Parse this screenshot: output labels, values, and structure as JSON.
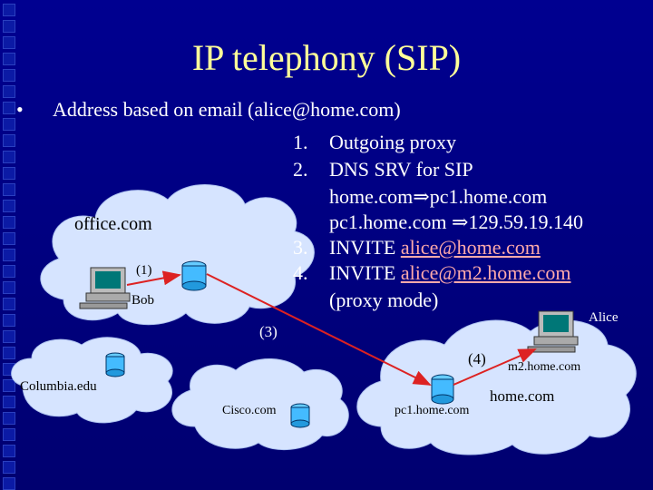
{
  "slide": {
    "title": "IP telephony (SIP)",
    "bullet": "•",
    "address_line": "Address based on email (alice@home.com)",
    "steps": [
      {
        "num": "1.",
        "text": "Outgoing proxy"
      },
      {
        "num": "2.",
        "text": "DNS SRV for SIP"
      },
      {
        "num": "3.",
        "text_prefix": "INVITE ",
        "link": "alice@home.com"
      },
      {
        "num": "4.",
        "text_prefix": "INVITE ",
        "link": "alice@m2.home.com"
      }
    ],
    "dns_line1": "home.com⇒pc1.home.com",
    "dns_line2": "pc1.home.com ⇒129.59.19.140",
    "proxy_mode": "(proxy mode)"
  },
  "diagram": {
    "office": "office.com",
    "label1": "(1)",
    "bob": "Bob",
    "label3": "(3)",
    "label4": "(4)",
    "alice": "Alice",
    "m2": "m2.home.com",
    "columbia": "Columbia.edu",
    "cisco": "Cisco.com",
    "pc1": "pc1.home.com",
    "home": "home.com"
  },
  "colors": {
    "background": "#000080",
    "title": "#ffff99",
    "text": "#ffffff",
    "cloud": "#d6e4ff",
    "arrow": "#dd2222",
    "server": "#44bbff"
  },
  "icons": [
    "server-icon",
    "computer-icon",
    "cloud-shape"
  ]
}
